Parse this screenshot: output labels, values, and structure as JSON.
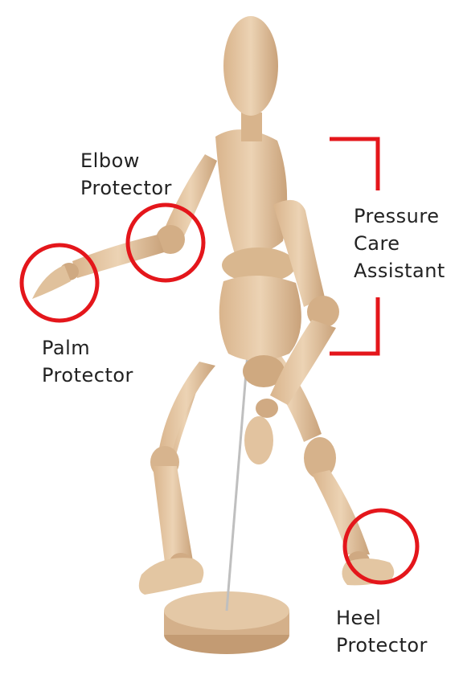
{
  "labels": {
    "elbow": {
      "line1": "Elbow",
      "line2": "Protector"
    },
    "palm": {
      "line1": "Palm",
      "line2": "Protector"
    },
    "pressure": {
      "line1": "Pressure",
      "line2": "Care",
      "line3": "Assistant"
    },
    "heel": {
      "line1": "Heel",
      "line2": "Protector"
    }
  },
  "colors": {
    "marker": "#e4161b",
    "wood": "#e6c9a6",
    "wood_shadow": "#c9a47c",
    "text": "#222222"
  },
  "image": {
    "subject": "wooden-artist-mannequin"
  }
}
